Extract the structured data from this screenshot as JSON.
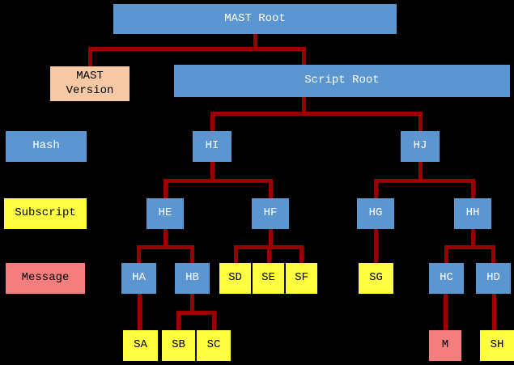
{
  "colors": {
    "hash-fill": "#5b96d0",
    "subscript-fill": "#ffff42",
    "message-fill": "#f47d7d",
    "version-fill": "#f6c9a4",
    "line": "#990000",
    "background": "#000000",
    "text-on-hash": "#ffffff",
    "text-dark": "#000000"
  },
  "legend": [
    {
      "label": "Hash",
      "type": "hash"
    },
    {
      "label": "Subscript",
      "type": "subscript"
    },
    {
      "label": "Message",
      "type": "message"
    }
  ],
  "nodes": {
    "mast_root": {
      "label": "MAST Root",
      "type": "hash"
    },
    "mast_version": {
      "label": "MAST Version",
      "type": "version"
    },
    "script_root": {
      "label": "Script Root",
      "type": "hash"
    },
    "hi": {
      "label": "HI",
      "type": "hash"
    },
    "hj": {
      "label": "HJ",
      "type": "hash"
    },
    "he": {
      "label": "HE",
      "type": "hash"
    },
    "hf": {
      "label": "HF",
      "type": "hash"
    },
    "hg": {
      "label": "HG",
      "type": "hash"
    },
    "hh": {
      "label": "HH",
      "type": "hash"
    },
    "ha": {
      "label": "HA",
      "type": "hash"
    },
    "hb": {
      "label": "HB",
      "type": "hash"
    },
    "hc": {
      "label": "HC",
      "type": "hash"
    },
    "hd": {
      "label": "HD",
      "type": "hash"
    },
    "sd": {
      "label": "SD",
      "type": "subscript"
    },
    "se": {
      "label": "SE",
      "type": "subscript"
    },
    "sf": {
      "label": "SF",
      "type": "subscript"
    },
    "sg": {
      "label": "SG",
      "type": "subscript"
    },
    "sa": {
      "label": "SA",
      "type": "subscript"
    },
    "sb": {
      "label": "SB",
      "type": "subscript"
    },
    "sc": {
      "label": "SC",
      "type": "subscript"
    },
    "m": {
      "label": "M",
      "type": "message"
    },
    "sh": {
      "label": "SH",
      "type": "subscript"
    }
  },
  "edges": [
    [
      "mast_root",
      "mast_version"
    ],
    [
      "mast_root",
      "script_root"
    ],
    [
      "script_root",
      "hi"
    ],
    [
      "script_root",
      "hj"
    ],
    [
      "hi",
      "he"
    ],
    [
      "hi",
      "hf"
    ],
    [
      "hj",
      "hg"
    ],
    [
      "hj",
      "hh"
    ],
    [
      "he",
      "ha"
    ],
    [
      "he",
      "hb"
    ],
    [
      "hf",
      "sd"
    ],
    [
      "hf",
      "se"
    ],
    [
      "hf",
      "sf"
    ],
    [
      "hg",
      "sg"
    ],
    [
      "hh",
      "hc"
    ],
    [
      "hh",
      "hd"
    ],
    [
      "ha",
      "sa"
    ],
    [
      "hb",
      "sb"
    ],
    [
      "hb",
      "sc"
    ],
    [
      "hc",
      "m"
    ],
    [
      "hd",
      "sh"
    ]
  ]
}
